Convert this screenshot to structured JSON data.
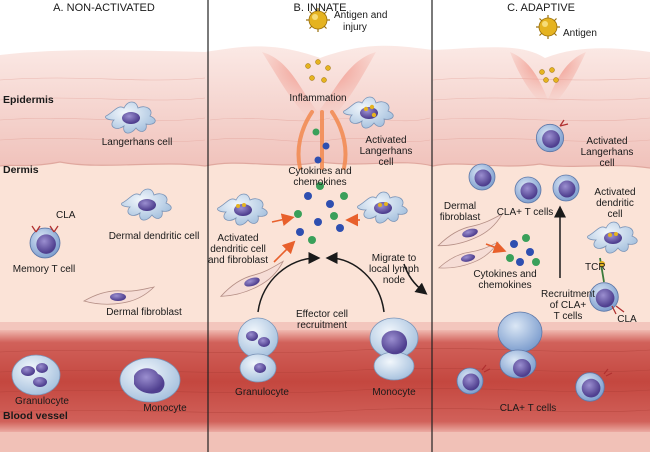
{
  "panels": {
    "a": {
      "heading": "A. NON-ACTIVATED"
    },
    "b": {
      "heading": "B. INNATE"
    },
    "c": {
      "heading": "C. ADAPTIVE"
    }
  },
  "layers": {
    "epidermis": "Epidermis",
    "dermis": "Dermis",
    "blood_vessel": "Blood vessel"
  },
  "labels_a": {
    "langerhans": "Langerhans cell",
    "cla": "CLA",
    "memory_t": "Memory T cell",
    "dermal_dc": "Dermal dendritic cell",
    "dermal_fibro": "Dermal fibroblast",
    "granulocyte": "Granulocyte",
    "monocyte": "Monocyte"
  },
  "labels_b": {
    "antigen_line1": "Antigen and",
    "antigen_line2": "injury",
    "inflammation": "Inflammation",
    "activated_lc_line1": "Activated",
    "activated_lc_line2": "Langerhans",
    "activated_lc_line3": "cell",
    "cytokines_line1": "Cytokines and",
    "cytokines_line2": "chemokines",
    "act_dc_line1": "Activated",
    "act_dc_line2": "dendritic cell",
    "act_dc_line3": "and fibroblast",
    "migrate_line1": "Migrate to",
    "migrate_line2": "local lymph",
    "migrate_line3": "node",
    "effector_line1": "Effector cell",
    "effector_line2": "recruitment",
    "granulocyte": "Granulocyte",
    "monocyte": "Monocyte"
  },
  "labels_c": {
    "antigen": "Antigen",
    "activated_lc_line1": "Activated",
    "activated_lc_line2": "Langerhans",
    "activated_lc_line3": "cell",
    "dermal_fibro_line1": "Dermal",
    "dermal_fibro_line2": "fibroblast",
    "cla_t": "CLA+ T cells",
    "act_dc_line1": "Activated",
    "act_dc_line2": "dendritic",
    "act_dc_line3": "cell",
    "cytokines_line1": "Cytokines and",
    "cytokines_line2": "chemokines",
    "tcr": "TCR",
    "recruit_line1": "Recruitment",
    "recruit_line2": "of CLA+",
    "recruit_line3": "T cells",
    "cla": "CLA",
    "cla_t_bottom": "CLA+ T cells"
  },
  "colors": {
    "epidermis": "#f1c9c4",
    "dermis": "#fbe3d7",
    "vessel": "#c8504a",
    "vessel_wall": "#e7a8a0",
    "inflammation": "#f29a8c",
    "cell_purple": "#6b5aa8",
    "cell_pale": "#cfe0f0",
    "antigen": "#e5b320",
    "arrow": "#e8602c",
    "divider": "#222222"
  },
  "icons": [
    "antigen-icon",
    "langerhans-cell-icon",
    "memory-t-cell-icon",
    "dendritic-cell-icon",
    "fibroblast-icon",
    "granulocyte-icon",
    "monocyte-icon",
    "cytokine-dot-icon",
    "arrow-icon"
  ]
}
